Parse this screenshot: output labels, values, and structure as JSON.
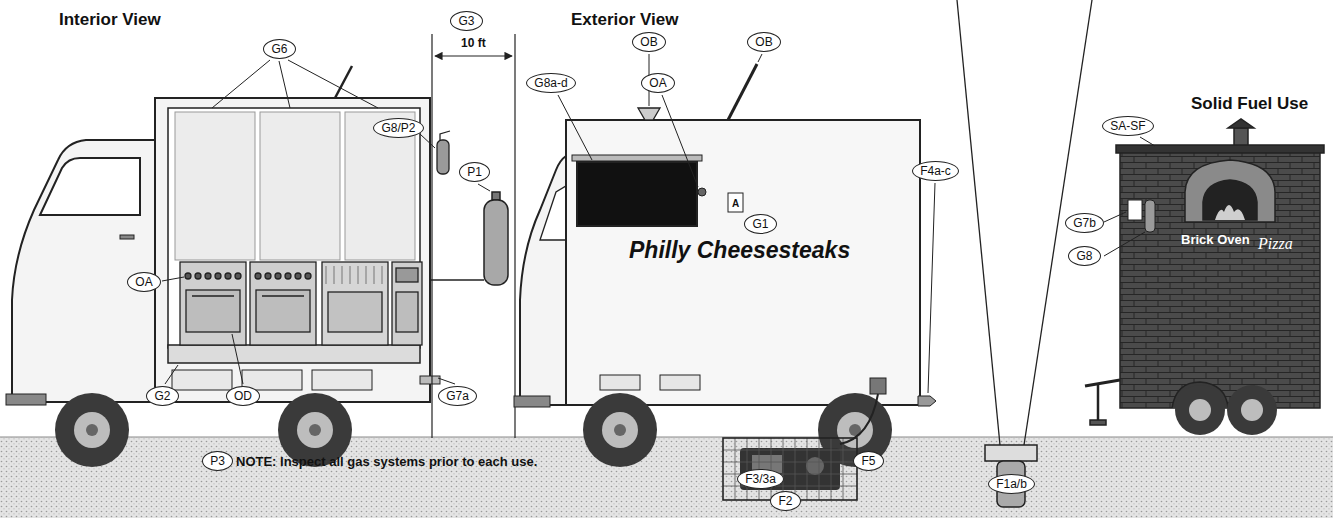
{
  "diagram": {
    "nodes": [
      {
        "text": [
          "G6"
        ]
      },
      {
        "text": [
          "G3"
        ]
      },
      {
        "text": [
          "OB"
        ]
      },
      {
        "text": [
          "OB"
        ]
      },
      {
        "text": [
          "G8a-d"
        ]
      },
      {
        "text": [
          "OA"
        ]
      },
      {
        "text": [
          "G8/P2"
        ]
      },
      {
        "text": [
          "P1"
        ]
      },
      {
        "text": [
          "G1"
        ]
      },
      {
        "text": [
          "SA-SF"
        ]
      },
      {
        "text": [
          "F4a-c"
        ]
      },
      {
        "text": [
          "G7b"
        ]
      },
      {
        "text": [
          "G8"
        ]
      },
      {
        "text": [
          "OA"
        ]
      },
      {
        "text": [
          "G2"
        ]
      },
      {
        "text": [
          "OD"
        ]
      },
      {
        "text": [
          "G7a"
        ]
      },
      {
        "text": [
          "F1a/b"
        ]
      },
      {
        "text": [
          "P3"
        ]
      },
      {
        "text": [
          "F5"
        ]
      },
      {
        "text": [
          "F3/3a"
        ]
      },
      {
        "text": [
          "F2"
        ]
      }
    ],
    "labels": [
      "Interior View",
      "Exterior View",
      "10 ft",
      "Solid Fuel Use",
      "A",
      "Philly Cheesesteaks",
      "Brick Oven",
      "Pizza",
      "NOTE: Inspect all gas systems prior to each use."
    ]
  }
}
